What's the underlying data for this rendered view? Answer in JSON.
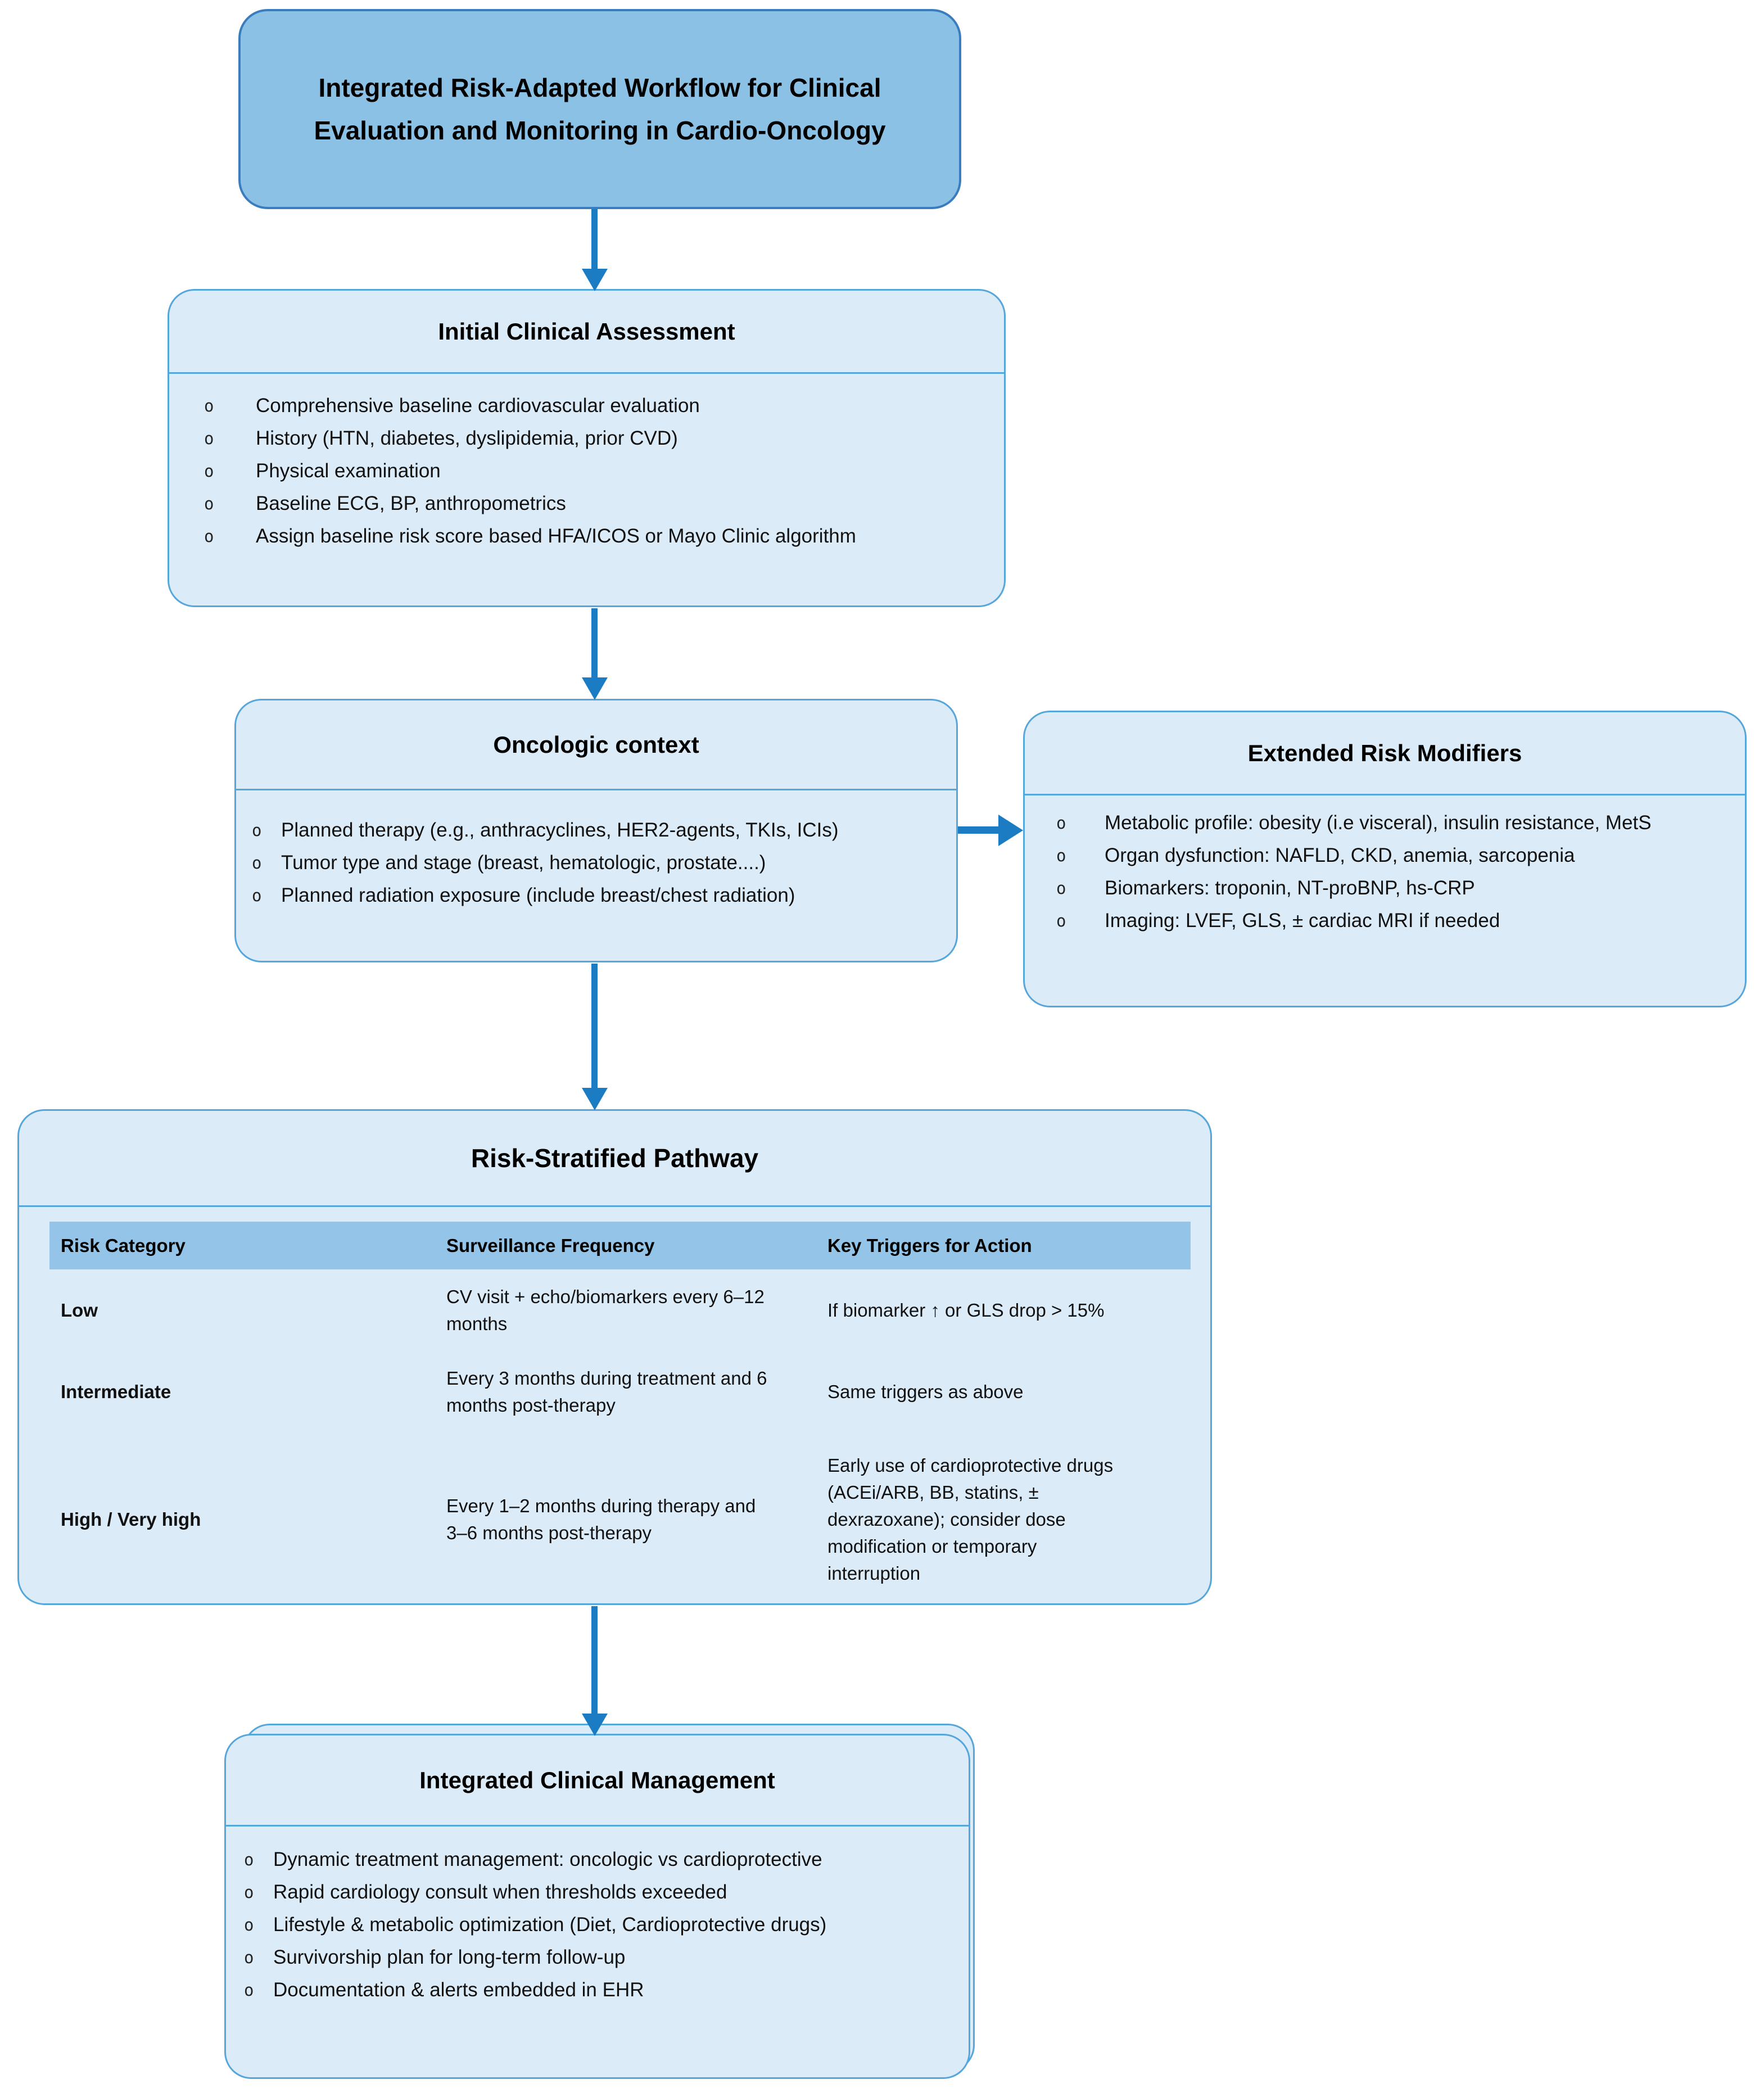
{
  "title_box": "Integrated Risk-Adapted Workflow for Clinical Evaluation and Monitoring in Cardio-Oncology",
  "bullet_char": "o",
  "initial": {
    "title": "Initial Clinical Assessment",
    "bullets": [
      "Comprehensive baseline cardiovascular evaluation",
      "History (HTN, diabetes, dyslipidemia, prior CVD)",
      "Physical examination",
      "Baseline ECG, BP, anthropometrics",
      "Assign baseline risk score based HFA/ICOS or Mayo Clinic algorithm"
    ]
  },
  "oncologic": {
    "title": "Oncologic context",
    "bullets": [
      "Planned therapy (e.g., anthracyclines, HER2-agents, TKIs, ICIs)",
      "Tumor type and stage (breast, hematologic, prostate....)",
      "Planned radiation exposure (include breast/chest radiation)"
    ]
  },
  "extended": {
    "title": "Extended Risk Modifiers",
    "bullets": [
      "Metabolic profile: obesity (i.e visceral), insulin resistance, MetS",
      "Organ dysfunction: NAFLD, CKD, anemia, sarcopenia",
      "Biomarkers: troponin, NT-proBNP, hs-CRP",
      "Imaging: LVEF, GLS, ± cardiac MRI if needed"
    ]
  },
  "pathway": {
    "title": "Risk-Stratified Pathway",
    "headers": [
      "Risk Category",
      "Surveillance Frequency",
      "Key Triggers for Action"
    ],
    "rows": [
      {
        "category": "Low",
        "frequency": "CV visit + echo/biomarkers every 6–12 months",
        "triggers": "If biomarker ↑ or GLS drop > 15%"
      },
      {
        "category": "Intermediate",
        "frequency": "Every 3 months during treatment and 6 months post-therapy",
        "triggers": "Same triggers as above"
      },
      {
        "category": "High / Very high",
        "frequency": "Every 1–2 months during therapy and 3–6 months post-therapy",
        "triggers": "Early use of cardioprotective drugs (ACEi/ARB, BB, statins, ± dexrazoxane); consider dose modification or temporary interruption"
      }
    ]
  },
  "management": {
    "title": "Integrated Clinical Management",
    "bullets": [
      "Dynamic treatment management: oncologic vs cardioprotective",
      "Rapid cardiology consult when thresholds exceeded",
      "Lifestyle & metabolic optimization (Diet, Cardioprotective drugs)",
      "Survivorship plan for long-term follow-up",
      "Documentation & alerts embedded in EHR"
    ]
  },
  "colors": {
    "top_box_fill": "#8cc1e6",
    "top_box_border": "#3a7dbf",
    "box_fill": "#dcebf8",
    "box_border": "#55a6db",
    "table_header_fill": "#95c4e9",
    "arrow": "#1b7cc4",
    "text": "#0d0d0d"
  }
}
